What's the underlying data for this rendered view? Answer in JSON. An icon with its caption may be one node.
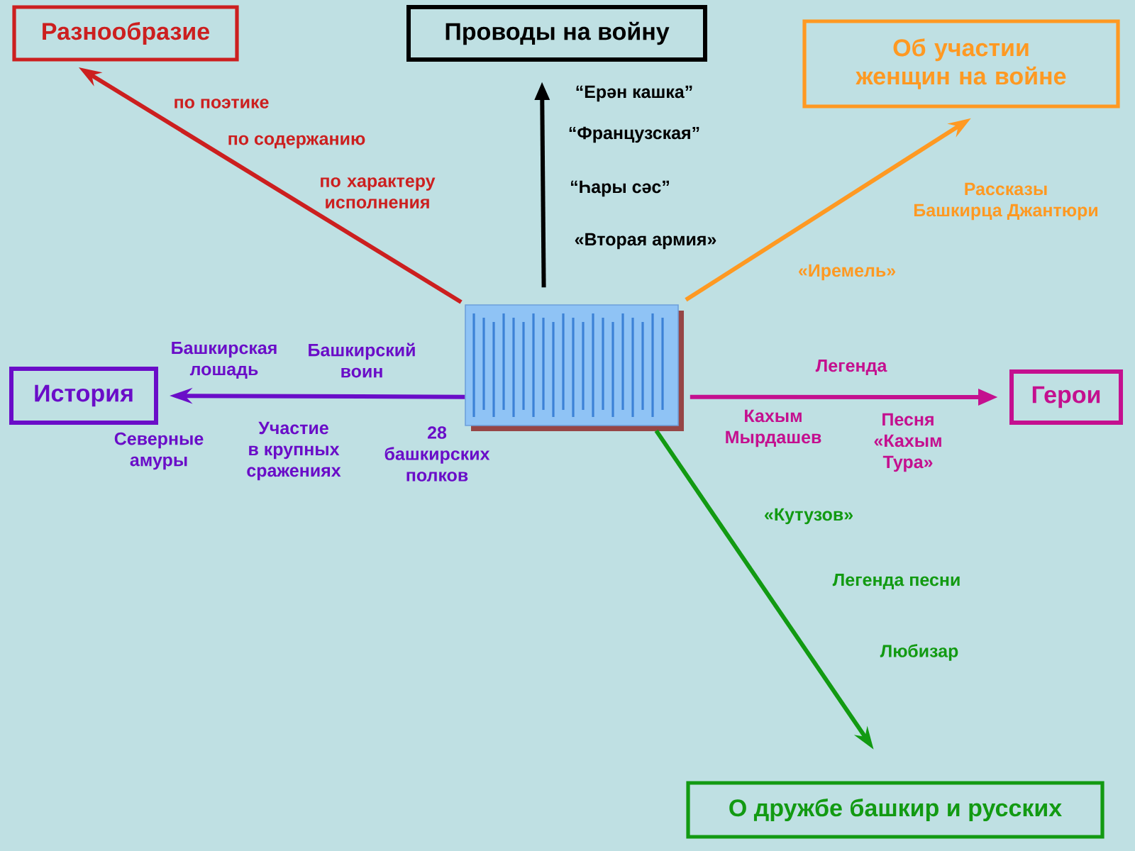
{
  "diagram": {
    "nodes": [
      {
        "text": [
          "Разнообразие"
        ]
      },
      {
        "text": [
          "Проводы на войну"
        ]
      },
      {
        "text": [
          "Об участии женщин на войне"
        ]
      },
      {
        "text": [
          "История"
        ]
      },
      {
        "text": [],
        "shape": "box"
      },
      {
        "text": [
          "Герои"
        ]
      },
      {
        "text": [
          "О дружбе башкир и русских"
        ]
      }
    ],
    "edges": [
      {
        "from": 4,
        "to": 0,
        "arrow": "to",
        "color": "#cc1f1f"
      },
      {
        "from": 4,
        "to": 1,
        "arrow": "to",
        "color": "#000000"
      },
      {
        "from": 4,
        "to": 2,
        "arrow": "to",
        "color": "#ff9922"
      },
      {
        "from": 4,
        "to": 3,
        "arrow": "to",
        "color": "#6a0dc8"
      },
      {
        "from": 4,
        "to": 5,
        "arrow": "to",
        "color": "#c4108f"
      },
      {
        "from": 4,
        "to": 6,
        "arrow": "to",
        "color": "#129a12"
      }
    ],
    "labels": [
      "“Ерән кашка”",
      "по поэтике",
      "“Французская”",
      "по содержанию",
      "по характеру исполнения",
      "“Һары сәс”",
      "Рассказы Башкирца Джантюри",
      "«Вторая армия»",
      "«Иремель»",
      "Башкирская лошадь",
      "Башкирский воин",
      "Легенда",
      "Северные амуры",
      "Участие в крупных сражениях",
      "28 башкирских полков",
      "Кахым Мырдашев",
      "Песня «Кахым Тура»",
      "«Кутузов»",
      "Легенда песни",
      "Любизар"
    ]
  }
}
